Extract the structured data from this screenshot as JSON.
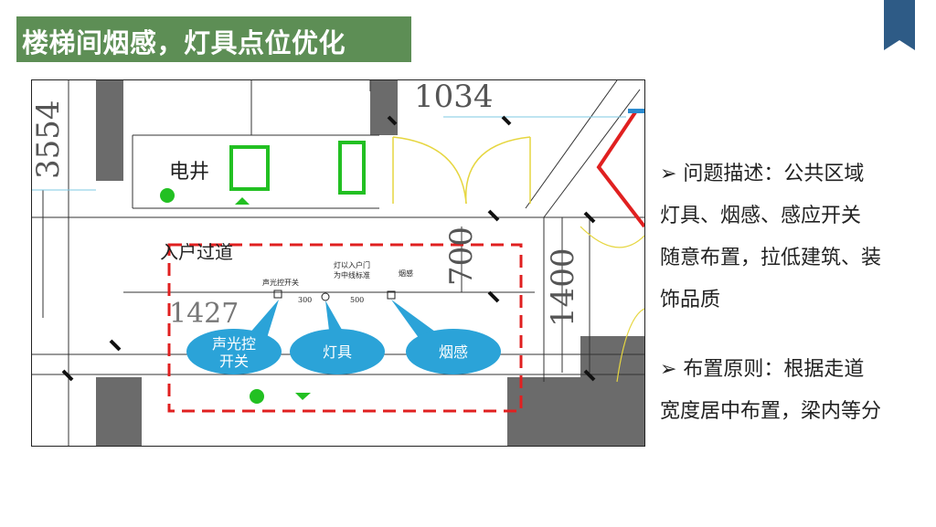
{
  "title": "楼梯间烟感，灯具点位优化",
  "plan": {
    "dim_top": "1034",
    "dim_left": "3554",
    "dim_700": "700",
    "dim_1400": "1400",
    "dim_1427": "1427",
    "room_label": "电井",
    "corridor_label": "入户过道",
    "small_switch": "声光控开关",
    "small_lamp_1": "灯以入户门",
    "small_lamp_2": "为中线标准",
    "small_smoke": "烟感",
    "dim_300": "300",
    "dim_500": "500",
    "callouts": {
      "switch_line1": "声光控",
      "switch_line2": "开关",
      "lamp": "灯具",
      "smoke": "烟感"
    }
  },
  "side": {
    "p1": [
      "➢ 问题描述：公共区域",
      "灯具、烟感、感应开关",
      "随意布置，拉低建筑、装",
      "饰品质"
    ],
    "p2": [
      "➢ 布置原则：根据走道",
      "宽度居中布置，梁内等分"
    ]
  },
  "colors": {
    "title_bg": "#5d8e55",
    "bookmark": "#2e5b86",
    "wall": "#6b6b6b",
    "dashed_red": "#e02020",
    "callout": "#2ba3d8",
    "green": "#22c022"
  }
}
